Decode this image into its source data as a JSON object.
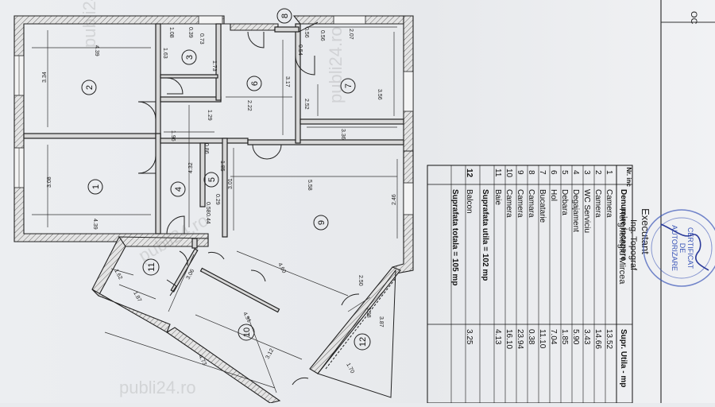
{
  "floor_plan": {
    "rooms": [
      {
        "nr": "1",
        "dims": [
          "3.08",
          "4.39"
        ]
      },
      {
        "nr": "2",
        "dims": [
          "3.34",
          "4.39"
        ]
      },
      {
        "nr": "3",
        "dims": [
          "1.08",
          "0.39",
          "0.73",
          "1.63",
          "1.73"
        ]
      },
      {
        "nr": "4",
        "dims": [
          "4.32",
          "1.96",
          "1.29"
        ]
      },
      {
        "nr": "5",
        "dims": [
          "0.86",
          "1.85",
          "0.29",
          "0.58",
          "0.44"
        ]
      },
      {
        "nr": "6",
        "dims": [
          "3.17",
          "2.22"
        ]
      },
      {
        "nr": "7",
        "dims": [
          "3.56",
          "2.07",
          "2.52",
          "3.36"
        ]
      },
      {
        "nr": "8",
        "dims": [
          "0.56",
          "0.54",
          "0.56"
        ]
      },
      {
        "nr": "9",
        "dims": [
          "5.58",
          "3.01",
          "2.46",
          "4.60",
          "2.50"
        ]
      },
      {
        "nr": "10",
        "dims": [
          "3.06",
          "4.91",
          "4.73",
          "3.12"
        ]
      },
      {
        "nr": "11",
        "dims": [
          "1.62",
          "1.87"
        ]
      },
      {
        "nr": "12",
        "dims": [
          "3.98",
          "3.87",
          "1.70"
        ]
      }
    ]
  },
  "table": {
    "headers": [
      "Nr. inc",
      "Denumire incapere",
      "Supr. Utila - mp"
    ],
    "rows": [
      [
        "1",
        "Camera",
        "13.52"
      ],
      [
        "2",
        "Camera",
        "14.66"
      ],
      [
        "3",
        "WC Serviciu",
        "3.43"
      ],
      [
        "4",
        "Degajament",
        "5.90"
      ],
      [
        "5",
        "Debara",
        "1.85"
      ],
      [
        "6",
        "Hol",
        "7.04"
      ],
      [
        "7",
        "Bucatarie",
        "11.10"
      ],
      [
        "8",
        "Camara",
        "0.38"
      ],
      [
        "9",
        "Camera",
        "23.94"
      ],
      [
        "10",
        "Camera",
        "16.10"
      ],
      [
        "11",
        "Baie",
        "4.13"
      ]
    ],
    "subtotal": "Suprafata utila = 102 mp",
    "balcony": [
      "12",
      "Balcon",
      "3.25"
    ],
    "total": "Suprafata totala = 105 mp"
  },
  "executant": {
    "title": "Executant",
    "role": "Ing. Topograf",
    "name": "Herghelegiu Mircea"
  },
  "stamp": {
    "line1": "CERTIFICAT",
    "line2": "DE",
    "line3": "AUTORIZARE"
  },
  "corner_text": "OC",
  "watermark": "publi24.ro"
}
